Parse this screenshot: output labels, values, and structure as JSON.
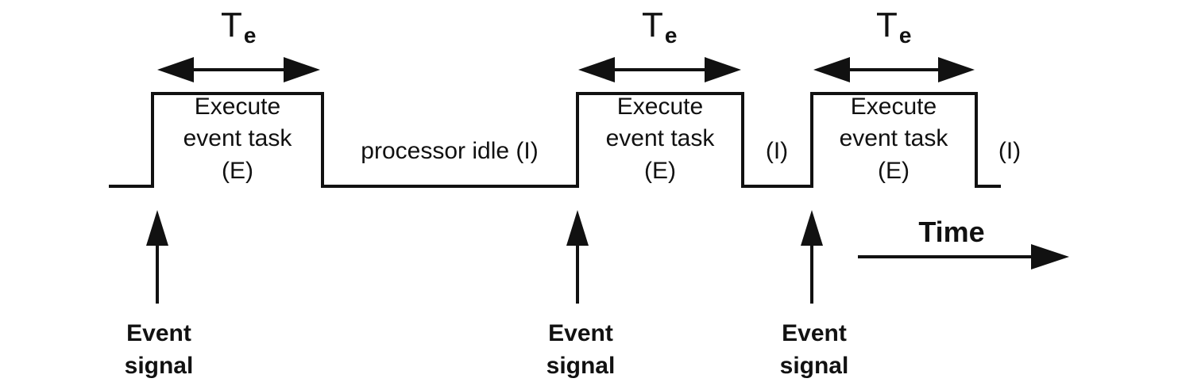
{
  "timing_symbol": {
    "main": "T",
    "subscript": "e"
  },
  "pulses": [
    {
      "task_line1": "Execute",
      "task_line2": "event task",
      "task_line3": "(E)"
    },
    {
      "task_line1": "Execute",
      "task_line2": "event task",
      "task_line3": "(E)"
    },
    {
      "task_line1": "Execute",
      "task_line2": "event task",
      "task_line3": "(E)"
    }
  ],
  "idle_labels": [
    "processor idle (I)",
    "(I)",
    "(I)"
  ],
  "event_signals": [
    {
      "line1": "Event",
      "line2": "signal"
    },
    {
      "line1": "Event",
      "line2": "signal"
    },
    {
      "line1": "Event",
      "line2": "signal"
    }
  ],
  "time_axis": {
    "label": "Time"
  }
}
